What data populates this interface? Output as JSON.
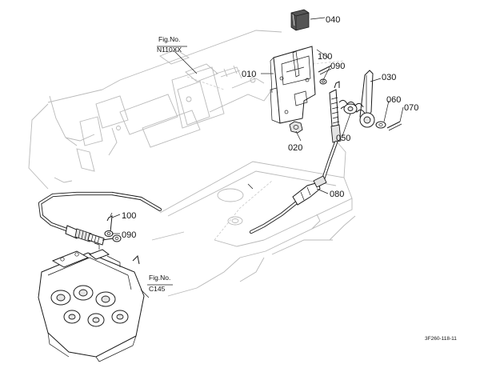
{
  "parts": {
    "p010": "010",
    "p020": "020",
    "p030": "030",
    "p040": "040",
    "p050": "050",
    "p060": "060",
    "p070": "070",
    "p080": "080",
    "p090_top": "090",
    "p090_bottom": "090",
    "p100_top": "100",
    "p100_bottom": "100"
  },
  "figure_refs": {
    "top": {
      "title": "Fig.No.",
      "code": "N110XX"
    },
    "bottom": {
      "title": "Fig.No.",
      "code": "C145"
    }
  },
  "drawing_code": "3F260-118-11"
}
